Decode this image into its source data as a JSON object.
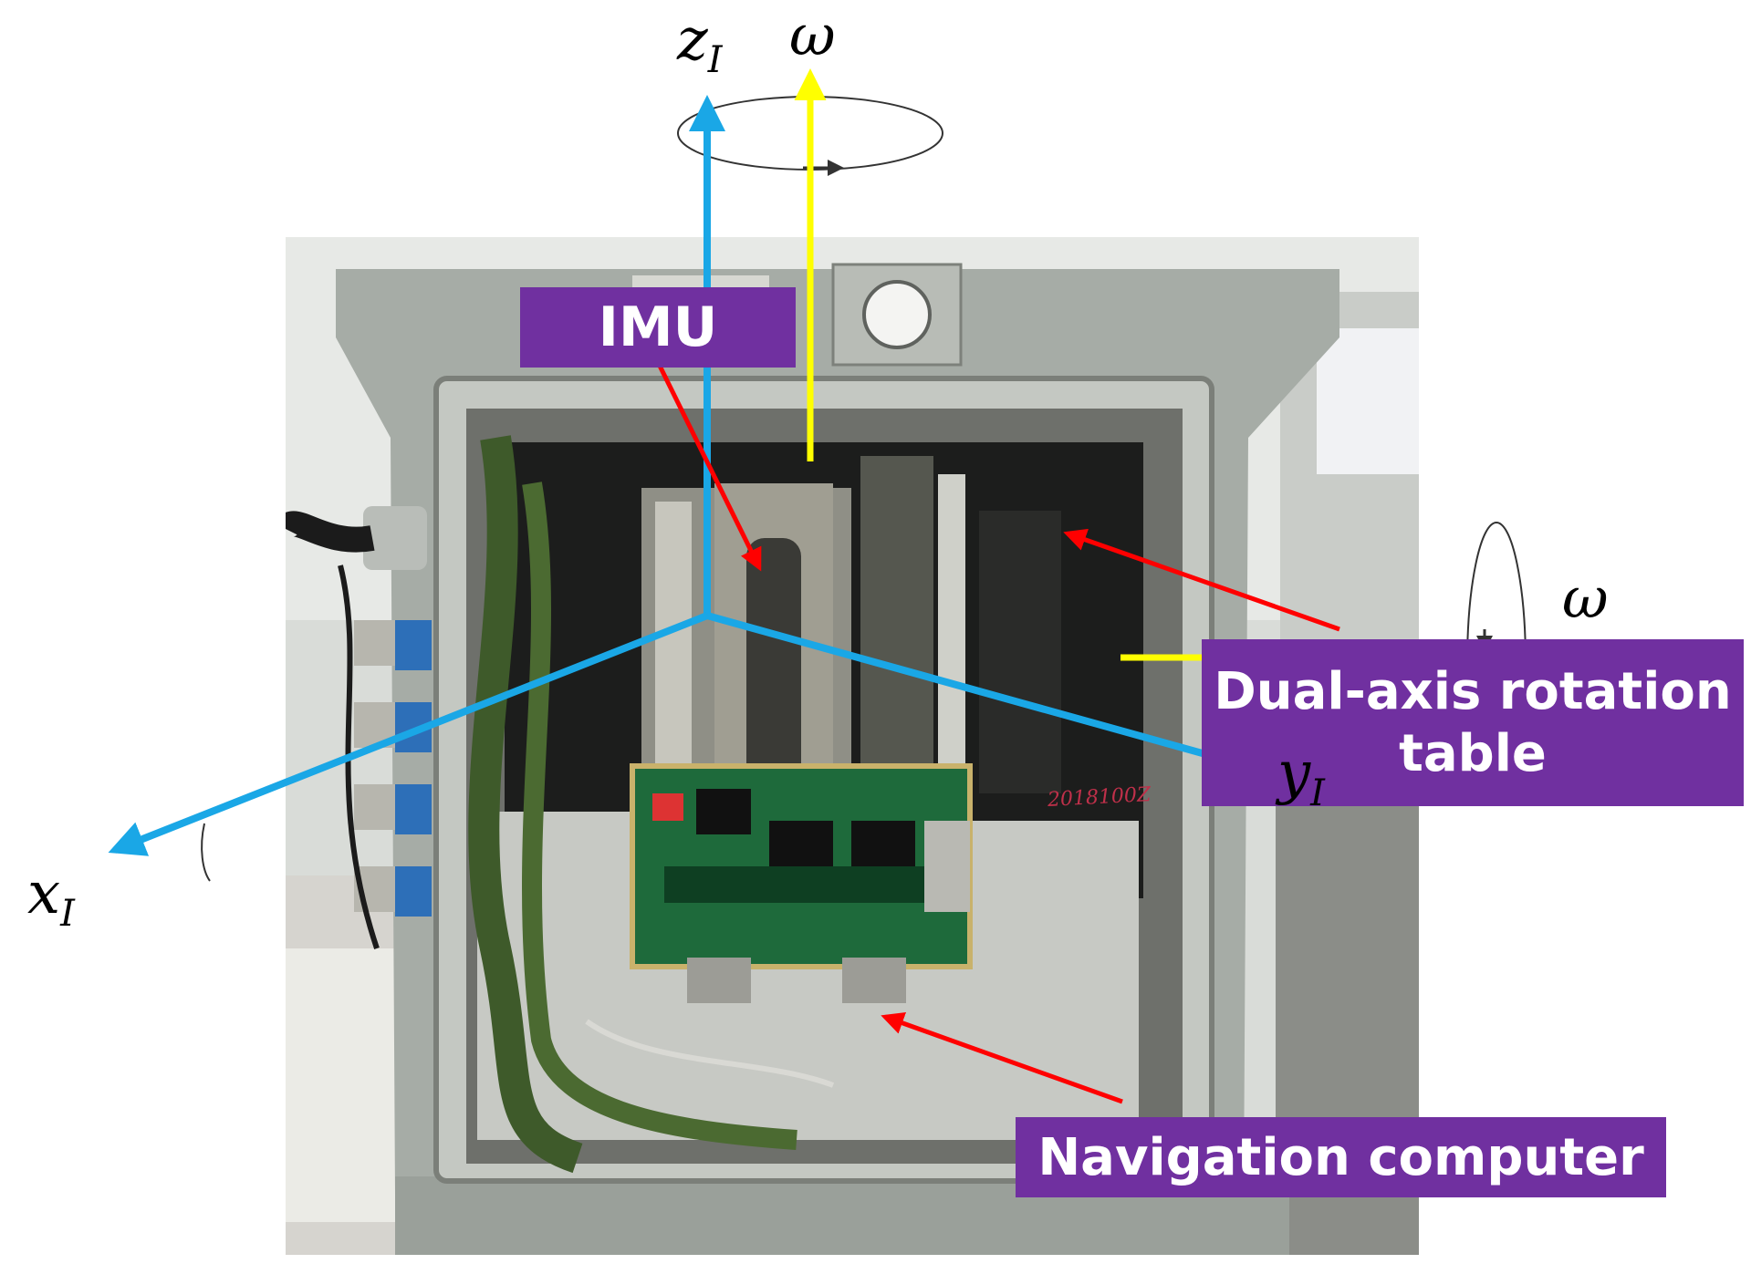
{
  "labels": {
    "imu": "IMU",
    "dual_axis_table": "Dual-axis rotation table",
    "navigation_computer": "Navigation computer"
  },
  "axes": {
    "z": {
      "symbol": "z",
      "subscript": "I"
    },
    "x": {
      "symbol": "x",
      "subscript": "I"
    },
    "y": {
      "symbol": "y",
      "subscript": "I"
    }
  },
  "rotation_symbols": {
    "vertical": "ω",
    "horizontal": "ω"
  },
  "photo_text": {
    "serial_number": "2018100Z"
  },
  "colors": {
    "label_background": "#7030a0",
    "label_text": "#ffffff",
    "frame_axes": "#1aa7e6",
    "rotation_axes": "#ffff00",
    "pointer_arrows": "#ff0000"
  }
}
